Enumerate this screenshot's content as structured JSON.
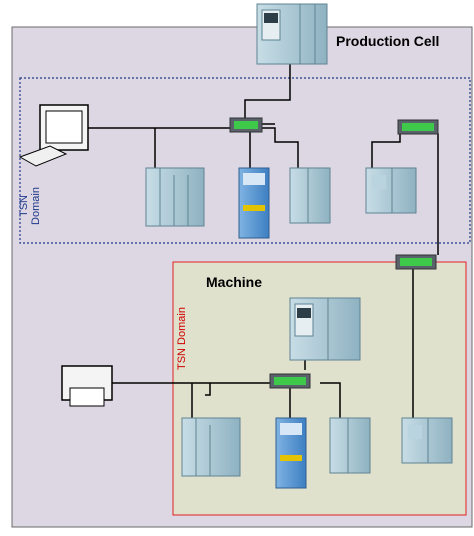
{
  "labels": {
    "production_cell": "Production Cell",
    "machine": "Machine",
    "tsn_domain_outer": "TSN Domain",
    "tsn_domain_machine": "TSN Domain"
  },
  "colors": {
    "cell_fill": "#ddd7e4",
    "machine_fill": "#dfe1cd",
    "tsn_border": "#1f3a8a",
    "machine_border": "#e02020",
    "plc_body": "#a9c7d3",
    "switch_body": "#59616a",
    "port_green": "#3ec94a"
  }
}
